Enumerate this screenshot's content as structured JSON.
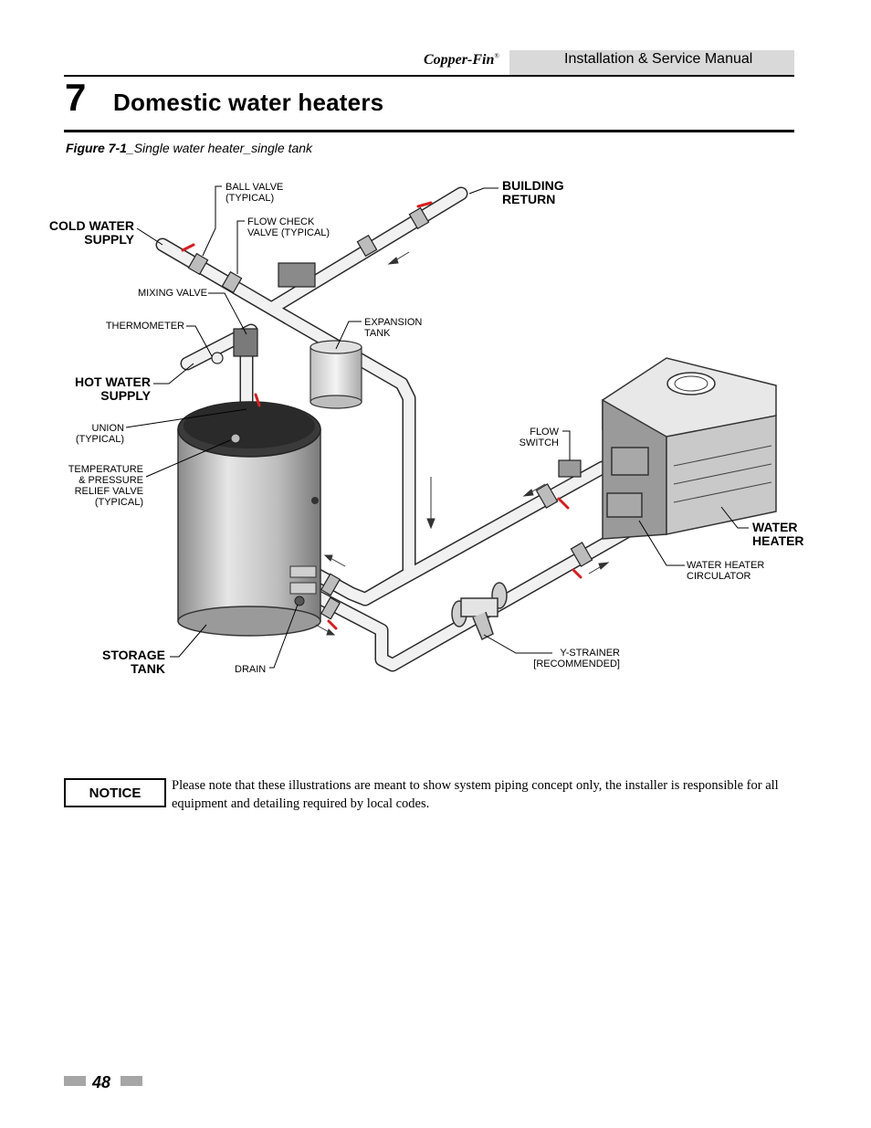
{
  "header": {
    "brand": "Copper-Fin",
    "brand_mark": "®",
    "manual_title": "Installation & Service Manual"
  },
  "chapter": {
    "number": "7",
    "title": "Domestic water heaters"
  },
  "figure": {
    "number": "Figure 7-1",
    "caption": "_Single water heater_single tank"
  },
  "diagram": {
    "labels": {
      "ball_valve": [
        "BALL VALVE",
        "(TYPICAL)"
      ],
      "building_return": [
        "BUILDING",
        "RETURN"
      ],
      "flow_check": [
        "FLOW CHECK",
        "VALVE (TYPICAL)"
      ],
      "cold_water": [
        "COLD WATER",
        "SUPPLY"
      ],
      "mixing_valve": "MIXING VALVE",
      "thermometer": "THERMOMETER",
      "expansion_tank": [
        "EXPANSION",
        "TANK"
      ],
      "hot_water": [
        "HOT WATER",
        "SUPPLY"
      ],
      "union": [
        "UNION",
        "(TYPICAL)"
      ],
      "flow_switch": [
        "FLOW",
        "SWITCH"
      ],
      "tp_valve": [
        "TEMPERATURE",
        "& PRESSURE",
        "RELIEF VALVE",
        "(TYPICAL)"
      ],
      "water_heater": [
        "WATER",
        "HEATER"
      ],
      "circulator": [
        "WATER HEATER",
        "CIRCULATOR"
      ],
      "storage_tank": [
        "STORAGE",
        "TANK"
      ],
      "drain": "DRAIN",
      "y_strainer": [
        "Y-STRAINER",
        "[RECOMMENDED]"
      ]
    }
  },
  "notice": {
    "label": "NOTICE",
    "text": "Please note that these illustrations are meant to show system piping concept only, the installer is responsible for all equipment and detailing required by local codes."
  },
  "footer": {
    "page_number": "48"
  }
}
